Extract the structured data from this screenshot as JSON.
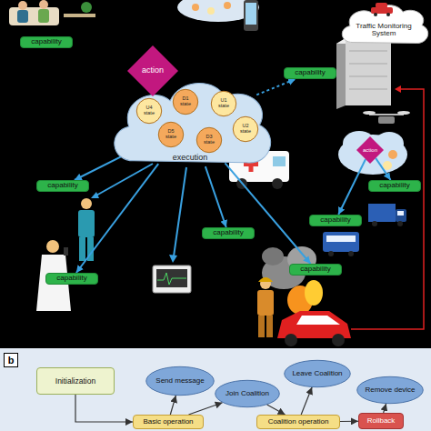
{
  "diagram": {
    "nodes": [
      {
        "text": [
          "Traffic Monitoring System"
        ]
      },
      {
        "text": [
          "capability"
        ]
      },
      {
        "text": [
          "capability"
        ]
      },
      {
        "text": [
          "action"
        ]
      },
      {
        "text": [
          "execution"
        ]
      },
      {
        "text": [
          "U4 state"
        ],
        "in": 4
      },
      {
        "text": [
          "D1 state"
        ],
        "in": 4
      },
      {
        "text": [
          "U1 state"
        ],
        "in": 4
      },
      {
        "text": [
          "D5 state"
        ],
        "in": 4
      },
      {
        "text": [
          "D3 state"
        ],
        "in": 4
      },
      {
        "text": [
          "U2 state"
        ],
        "in": 4
      },
      {
        "text": [
          "action"
        ]
      },
      {
        "text": [
          "capability"
        ]
      },
      {
        "text": [
          "capability"
        ]
      },
      {
        "text": [
          "capability"
        ]
      },
      {
        "text": [
          "capability"
        ]
      },
      {
        "text": [
          "capability"
        ]
      },
      {
        "text": [
          "capability"
        ]
      },
      {
        "text": [
          "Initialization"
        ]
      },
      {
        "text": [
          "Send message"
        ]
      },
      {
        "text": [
          "Join Coalition"
        ]
      },
      {
        "text": [
          "Leave Coalition"
        ]
      },
      {
        "text": [
          "Remove device"
        ]
      },
      {
        "text": [
          "Basic operation"
        ]
      },
      {
        "text": [
          "Coalition operation"
        ]
      },
      {
        "text": [
          "Rollback"
        ]
      }
    ],
    "edges": [
      {
        "from": 4,
        "to": 12,
        "arrow": "to"
      },
      {
        "from": 4,
        "to": 15,
        "arrow": "to"
      },
      {
        "from": 4,
        "to": 16,
        "arrow": "to"
      },
      {
        "from": 4,
        "to": 17,
        "arrow": "to"
      },
      {
        "from": 4,
        "to": 2,
        "arrow": "to"
      },
      {
        "from": 11,
        "to": 13,
        "arrow": "to"
      },
      {
        "from": 11,
        "to": 14,
        "arrow": "to"
      },
      {
        "from": 18,
        "to": 23,
        "arrow": "to"
      },
      {
        "from": 23,
        "to": 19,
        "arrow": "to"
      },
      {
        "from": 23,
        "to": 20,
        "arrow": "to"
      },
      {
        "from": 20,
        "to": 24,
        "arrow": "to"
      },
      {
        "from": 24,
        "to": 21,
        "arrow": "to"
      },
      {
        "from": 24,
        "to": 25,
        "arrow": "to"
      },
      {
        "from": 25,
        "to": 22,
        "arrow": "to"
      }
    ],
    "labels": [
      "b"
    ]
  }
}
